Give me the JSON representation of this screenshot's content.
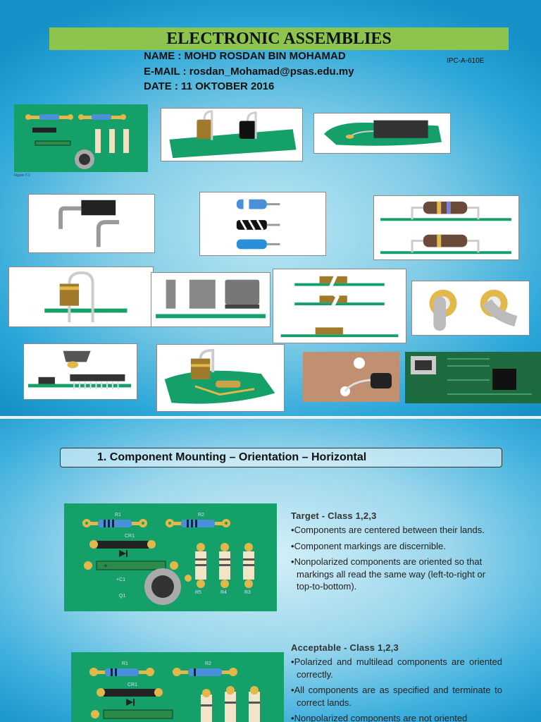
{
  "slide1": {
    "title": "ELECTRONIC ASSEMBLIES",
    "name_line": "NAME : MOHD ROSDAN BIN MOHAMAD",
    "email_line": "E-MAIL : rosdan_Mohamad@psas.edu.my",
    "date_line": "DATE : 11 OKTOBER 2016",
    "standard": "IPC-A-610E",
    "figure_caption": "Figure 7-1"
  },
  "board_labels": {
    "r1": "R1",
    "r2": "R2",
    "cr1": "CR1",
    "c1": "+C1",
    "q1": "Q1",
    "r5": "R5",
    "r4": "R4",
    "r3": "R3"
  },
  "slide2": {
    "heading": "1. Component Mounting – Orientation – Horizontal",
    "target": {
      "title": "Target - Class 1,2,3",
      "bullets": [
        "Components are centered between their lands.",
        "Component markings are discernible.",
        "Nonpolarized components are oriented so that markings all read the same way (left-to-right or top-to-bottom)."
      ]
    },
    "acceptable": {
      "title": "Acceptable - Class 1,2,3",
      "bullets": [
        "Polarized and multilead components are oriented correctly.",
        "All components are as specified and terminate to correct lands.",
        "Nonpolarized components are not oriented"
      ]
    }
  },
  "colors": {
    "board_green": "#15a06a",
    "title_band": "#8dc44d",
    "pad_gold": "#e2b84a"
  }
}
